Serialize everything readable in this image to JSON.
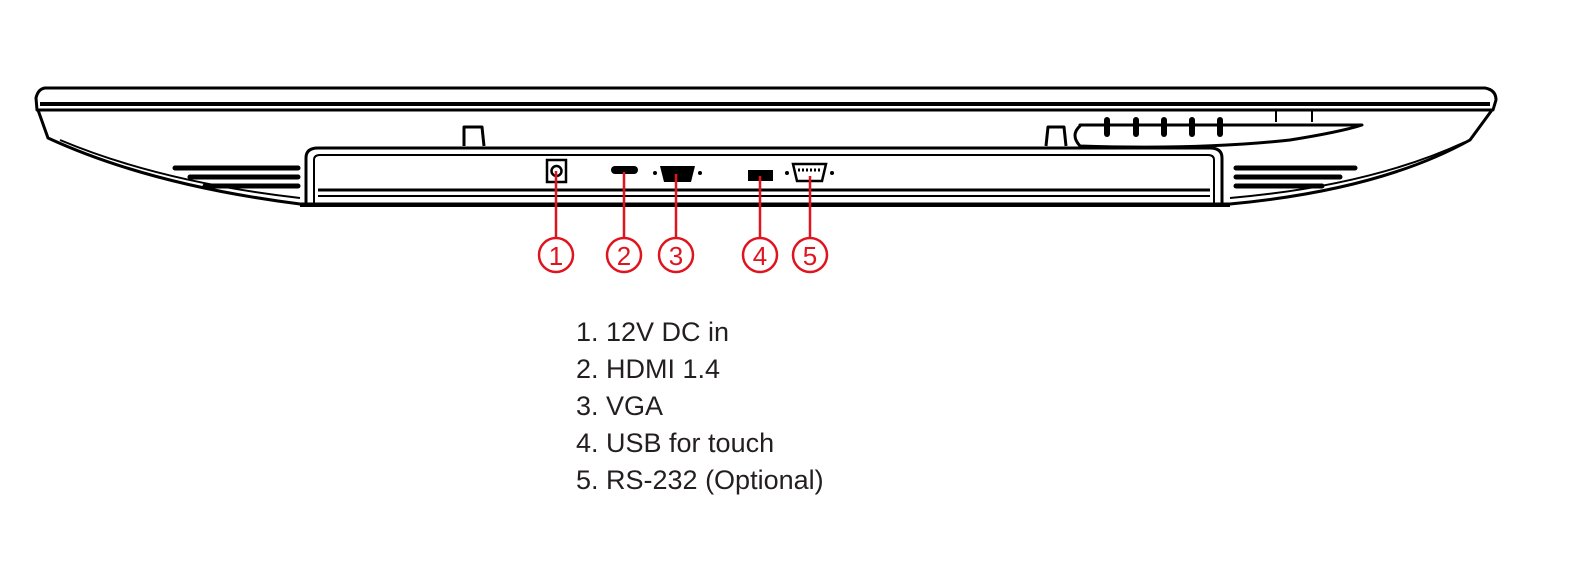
{
  "diagram": {
    "title": "Monitor bottom view I/O ports",
    "callouts": [
      "1",
      "2",
      "3",
      "4",
      "5"
    ],
    "callout_color": "#e0141e",
    "legend": [
      "1. 12V DC in",
      "2. HDMI 1.4",
      "3. VGA",
      "4. USB for touch",
      "5. RS-232 (Optional)"
    ]
  }
}
